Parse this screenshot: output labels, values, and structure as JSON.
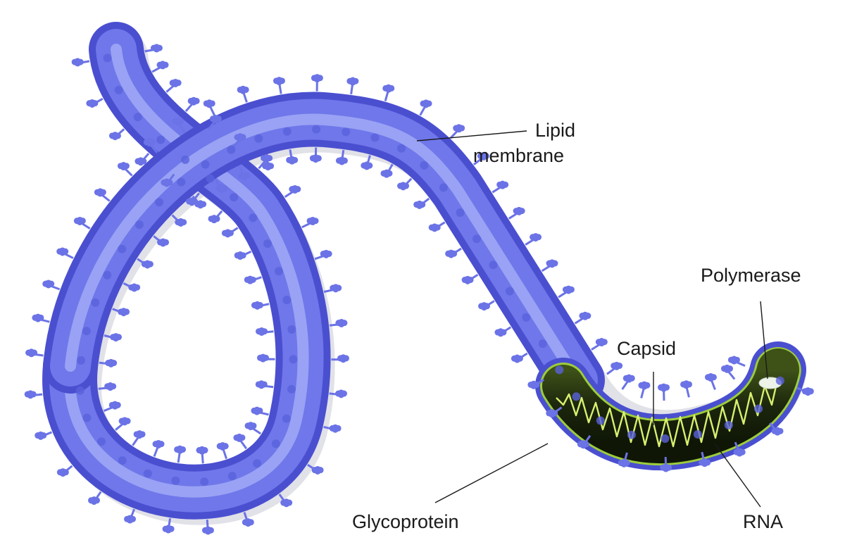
{
  "labels": {
    "lipid_line1": "Lipid",
    "lipid_line2": "membrane",
    "polymerase": "Polymerase",
    "capsid": "Capsid",
    "glycoprotein": "Glycoprotein",
    "rna": "RNA"
  },
  "colors": {
    "membrane_dark": "#4a4fd0",
    "membrane_mid": "#6f77ea",
    "membrane_light": "#a7b0f7",
    "glycoprotein": "#6b73e6",
    "capsid_fill": "#1f2a10",
    "capsid_dots": "#9ccc3c",
    "rna": "#d8f070",
    "polymerase": "#eef3ea"
  }
}
